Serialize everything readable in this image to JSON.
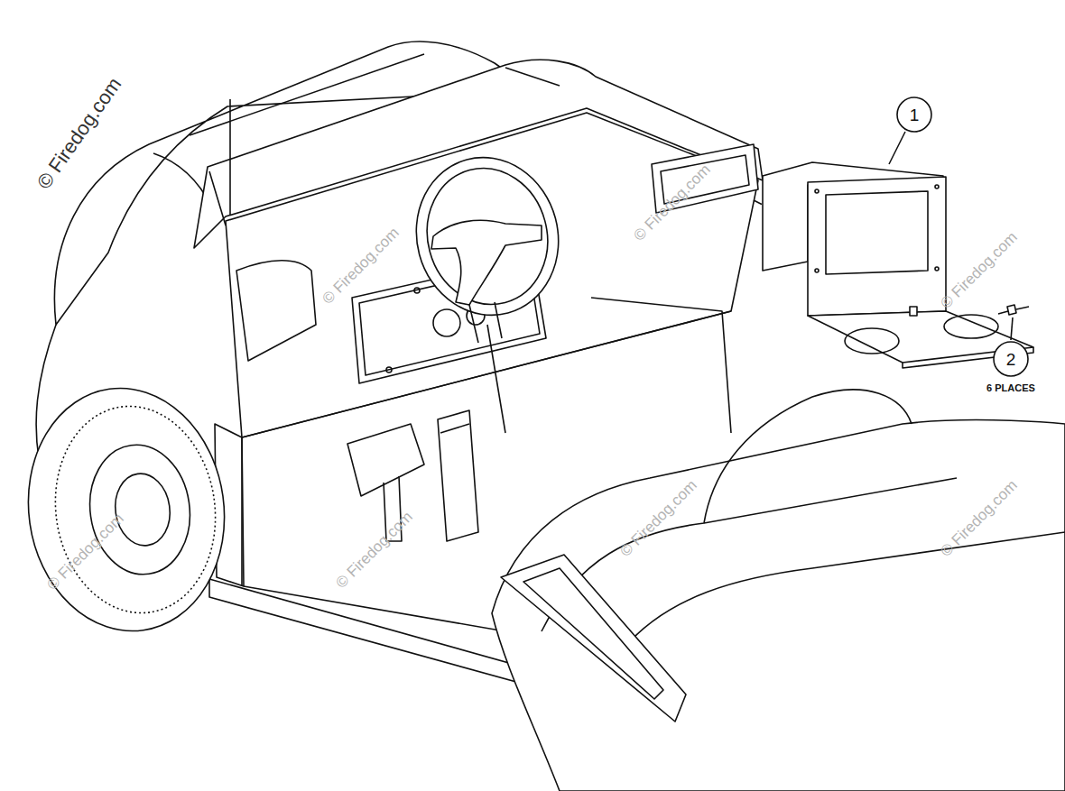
{
  "diagram": {
    "nodes": [
      {
        "text": [
          "1"
        ]
      },
      {
        "text": [
          "2",
          "6 PLACES"
        ]
      }
    ],
    "labels": [
      "© Firedog.com",
      "© Firedog.com",
      "© Firedog.com",
      "© Firedog.com",
      "© Firedog.com",
      "© Firedog.com",
      "© Firedog.com",
      "© Firedog.com"
    ]
  }
}
